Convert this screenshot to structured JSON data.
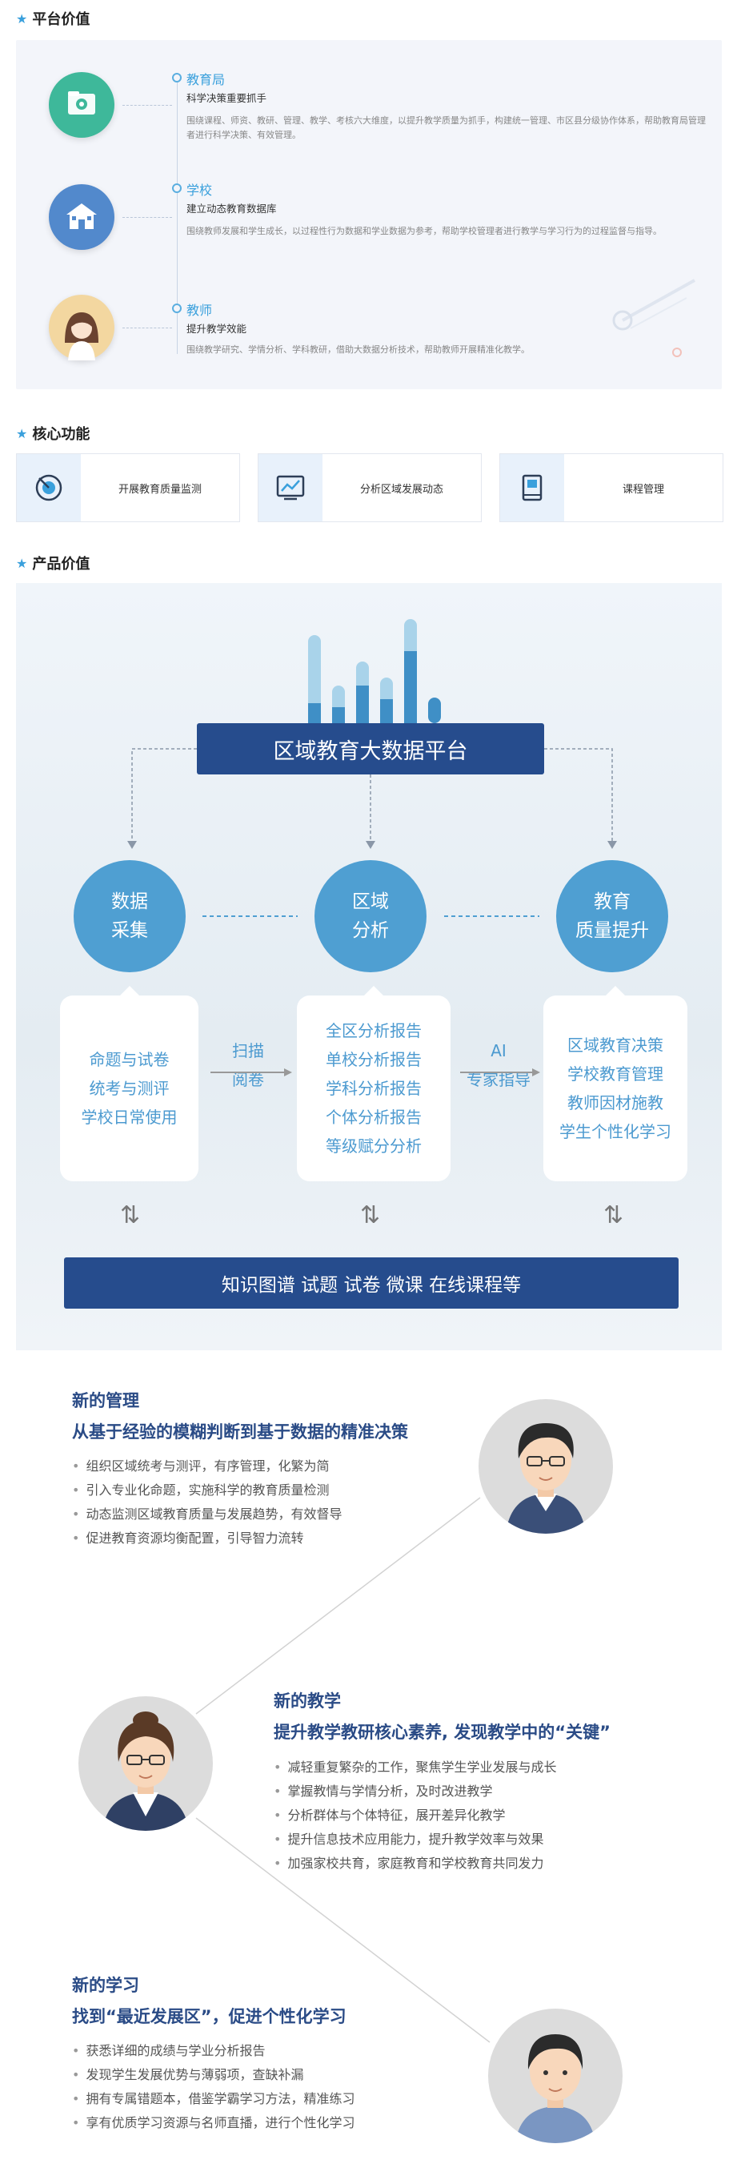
{
  "sections": {
    "platform_value": "平台价值",
    "core_features": "核心功能",
    "product_value": "产品价值"
  },
  "platform_values": [
    {
      "name": "教育局",
      "subtitle": "科学决策重要抓手",
      "description": "围绕课程、师资、教研、管理、教学、考核六大维度，以提升教学质量为抓手，构建统一管理、市区县分级协作体系，帮助教育局管理者进行科学决策、有效管理。",
      "icon": "folder-gear-icon",
      "color": "#3eb89a"
    },
    {
      "name": "学校",
      "subtitle": "建立动态教育数据库",
      "description": "围绕教师发展和学生成长，以过程性行为数据和学业数据为参考，帮助学校管理者进行教学与学习行为的过程监督与指导。",
      "icon": "school-building-icon",
      "color": "#5289cc"
    },
    {
      "name": "教师",
      "subtitle": "提升教学效能",
      "description": "围绕教学研究、学情分析、学科教研，借助大数据分析技术，帮助教师开展精准化教学。",
      "icon": "teacher-avatar-icon",
      "color": "#f3d7a0"
    }
  ],
  "core_features": [
    {
      "label": "开展教育质量监测",
      "icon": "monitor-target-icon"
    },
    {
      "label": "分析区域发展动态",
      "icon": "trend-chart-icon"
    },
    {
      "label": "课程管理",
      "icon": "book-icon"
    }
  ],
  "product_diagram": {
    "platform": "区域教育大数据平台",
    "circles": [
      {
        "line1": "数据",
        "line2": "采集"
      },
      {
        "line1": "区域",
        "line2": "分析"
      },
      {
        "line1": "教育",
        "line2": "质量提升"
      }
    ],
    "boxes": [
      [
        "命题与试卷",
        "统考与测评",
        "学校日常使用"
      ],
      [
        "全区分析报告",
        "单校分析报告",
        "学科分析报告",
        "个体分析报告",
        "等级赋分分析"
      ],
      [
        "区域教育决策",
        "学校教育管理",
        "教师因材施教",
        "学生个性化学习"
      ]
    ],
    "connector_left": {
      "line1": "扫描",
      "line2": "阅卷"
    },
    "connector_right": {
      "line1": "AI",
      "line2": "专家指导"
    },
    "bottom_bar": "知识图谱  试题  试卷  微课  在线课程等",
    "swap_symbol": "⇅"
  },
  "personas": [
    {
      "heading": "新的管理",
      "subheading": "从基于经验的模糊判断到基于数据的精准决策",
      "items": [
        "组织区域统考与测评，有序管理，化繁为简",
        "引入专业化命题，实施科学的教育质量检测",
        "动态监测区域教育质量与发展趋势，有效督导",
        "促进教育资源均衡配置，引导智力流转"
      ]
    },
    {
      "heading": "新的教学",
      "subheading": "提升教学教研核心素养, 发现教学中的“关键”",
      "items": [
        "减轻重复繁杂的工作，聚焦学生学业发展与成长",
        "掌握教情与学情分析，及时改进教学",
        "分析群体与个体特征，展开差异化教学",
        "提升信息技术应用能力，提升教学效率与效果",
        "加强家校共育，家庭教育和学校教育共同发力"
      ]
    },
    {
      "heading": "新的学习",
      "subheading": "找到“最近发展区”，促进个性化学习",
      "items": [
        "获悉详细的成绩与学业分析报告",
        "发现学生发展优势与薄弱项，查缺补漏",
        "拥有专属错题本，借鉴学霸学习方法，精准练习",
        "享有优质学习资源与名师直播，进行个性化学习"
      ]
    }
  ],
  "colors": {
    "accent": "#3aa0dc",
    "navy": "#264c8d",
    "circle_blue": "#4f9fd2",
    "heading_blue": "#2a4b86"
  }
}
